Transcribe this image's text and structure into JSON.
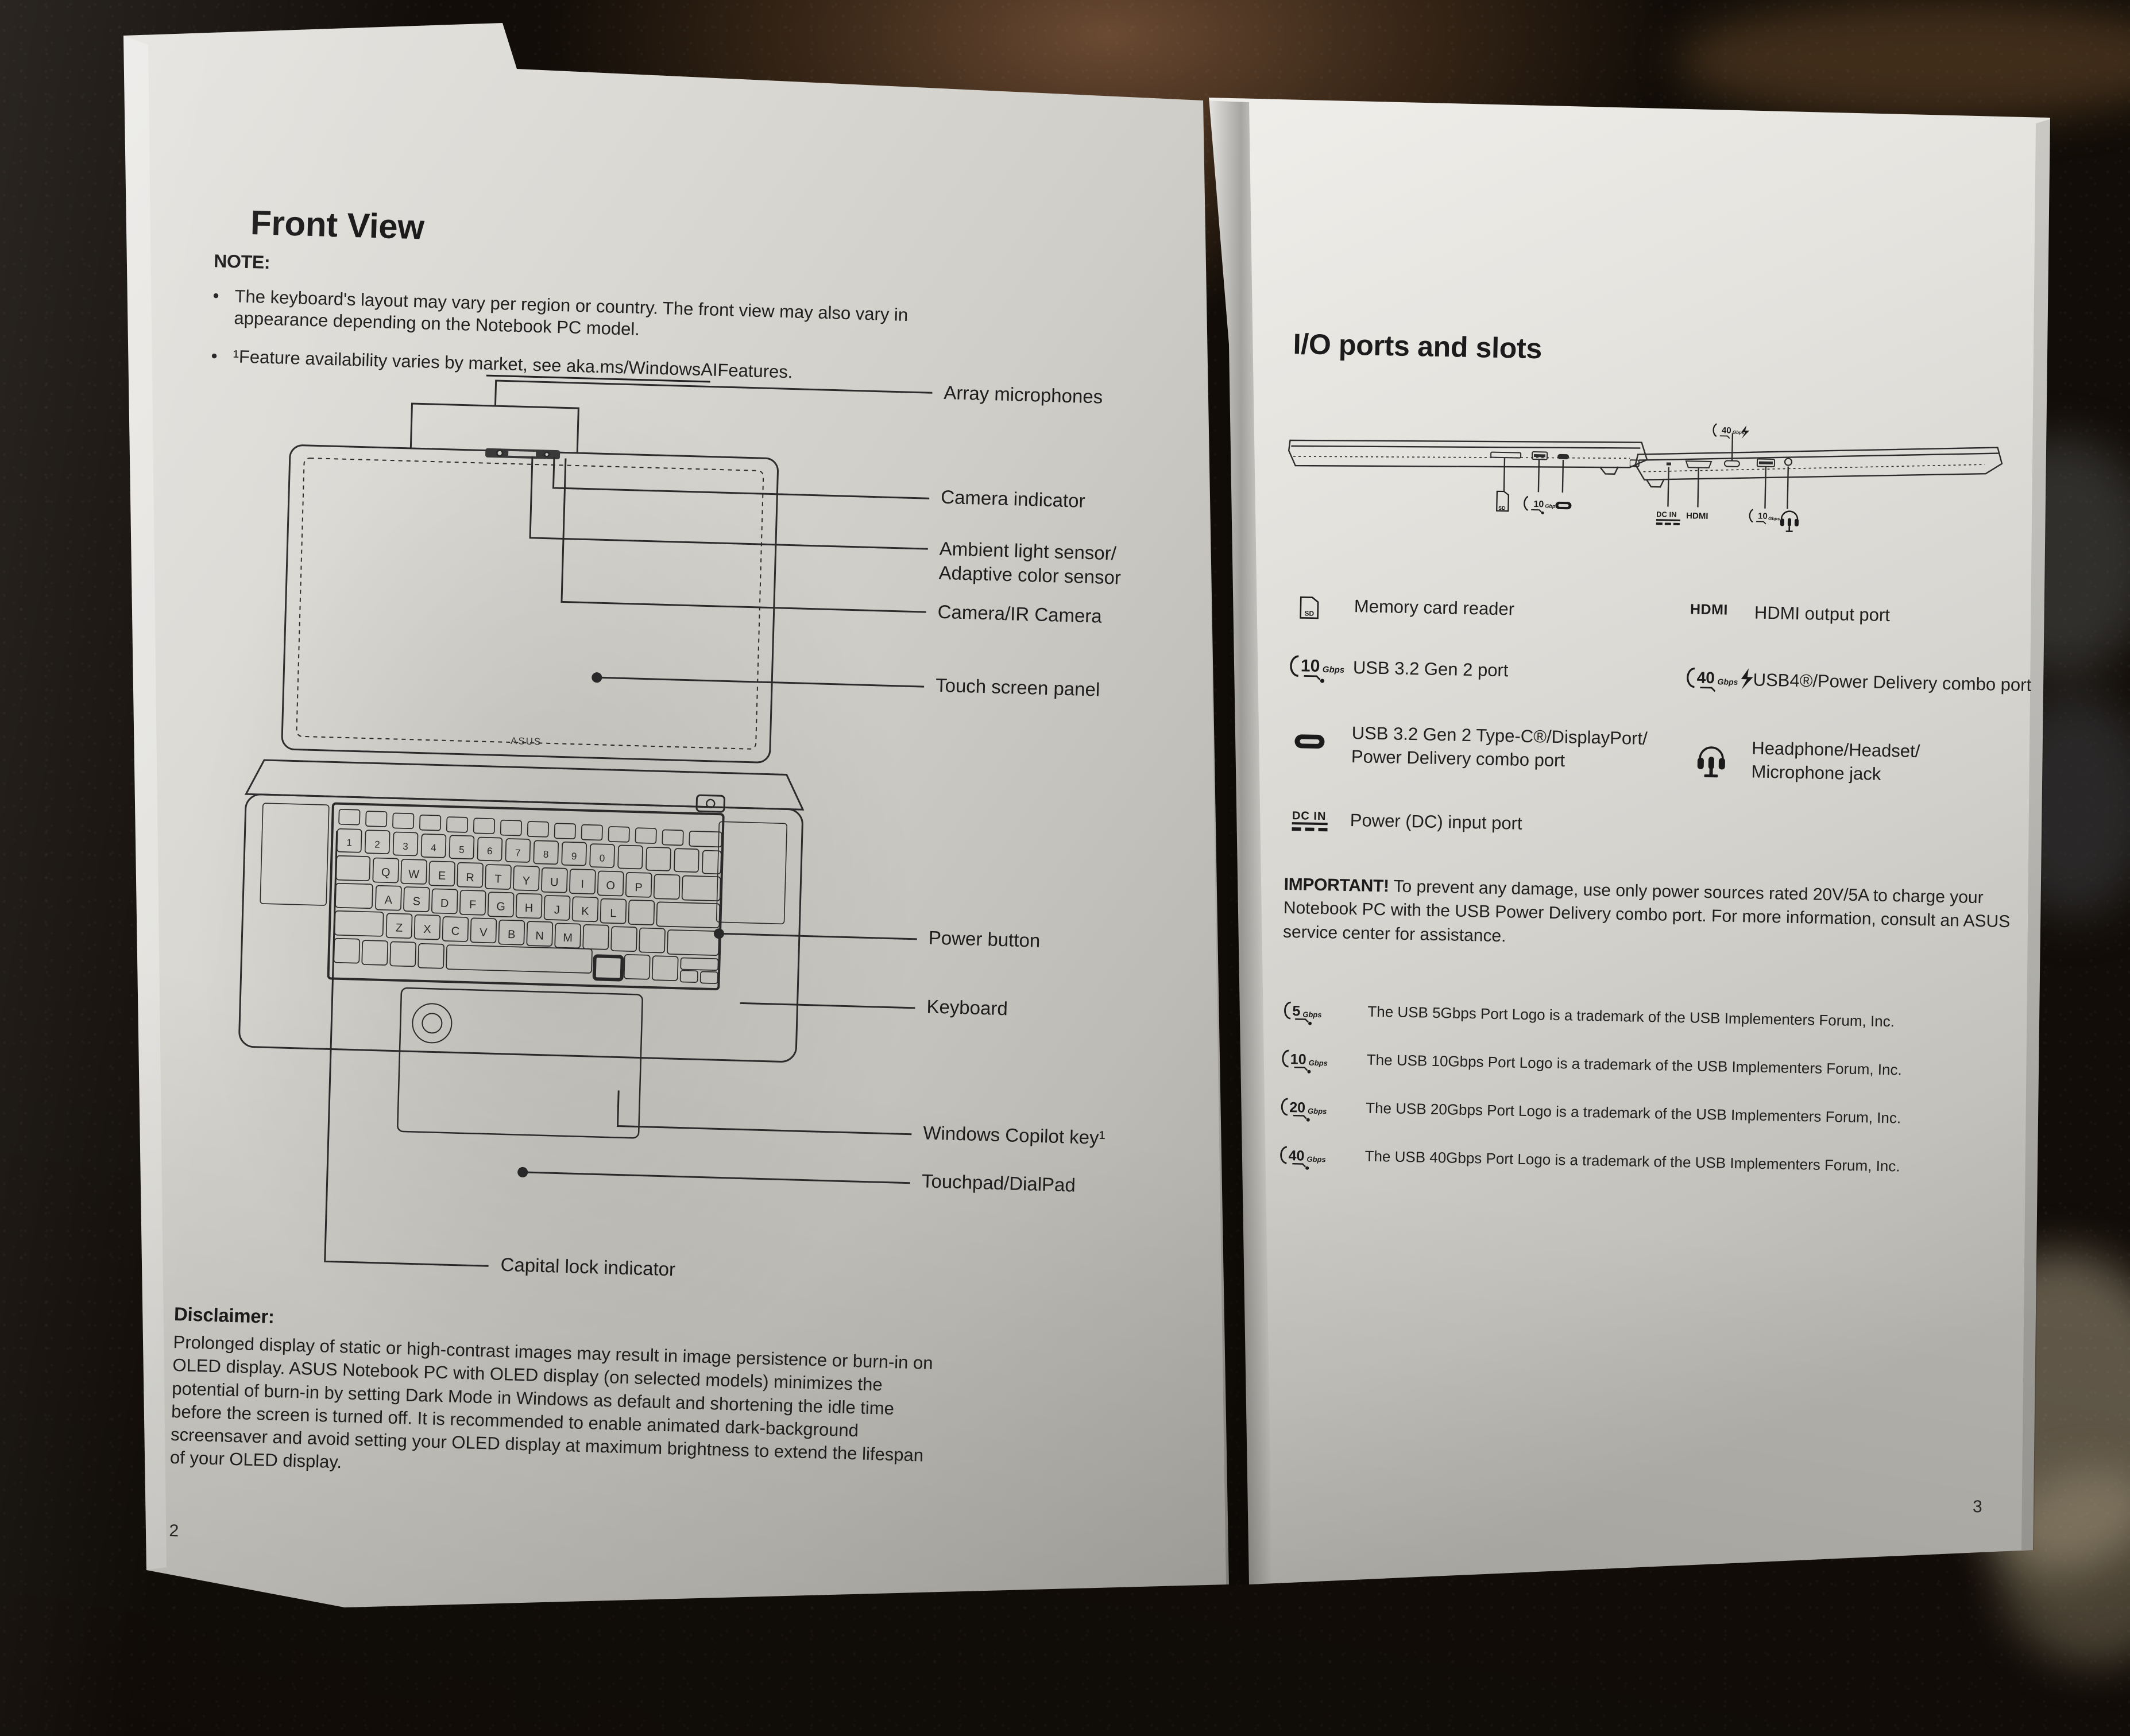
{
  "document": {
    "type": "printed-manual-spread",
    "left_page": {
      "page_number": "2",
      "title": "Front View",
      "note_heading": "NOTE:",
      "notes": [
        "The keyboard's layout may vary per region or country. The front view may also vary in appearance depending on the Notebook PC model.",
        "¹Feature availability varies by market, see aka.ms/WindowsAIFeatures."
      ],
      "note_link": "aka.ms/WindowsAIFeatures",
      "callouts": [
        "Array microphones",
        "Ambient light sensor/",
        "Adaptive color sensor",
        "Camera indicator",
        "Camera/IR Camera",
        "Touch screen panel",
        "Power button",
        "Keyboard",
        "Windows Copilot key¹",
        "Touchpad/DialPad",
        "Capital lock indicator"
      ],
      "disclaimer_heading": "Disclaimer:",
      "disclaimer_body": "Prolonged display of static or high-contrast images may result in image persistence or burn-in on OLED display. ASUS Notebook PC with OLED display (on selected models) minimizes the potential of burn-in by setting Dark Mode in Windows as default and shortening the idle time before the screen is turned off. It is recommended to enable animated dark-background screensaver and avoid setting your OLED display at maximum brightness to extend the lifespan of your OLED display.",
      "laptop_brand_mark": "ASUS"
    },
    "right_page": {
      "page_number": "3",
      "title": "I/O ports and slots",
      "left_diagram_icons": [
        "SD",
        "10Gbps",
        "usb-c"
      ],
      "right_diagram_icons": [
        "40Gbps",
        "DC IN",
        "HDMI",
        "10Gbps",
        "audio-jack"
      ],
      "ports_left_column": [
        {
          "icon": "sd-card-icon",
          "icon_text": "SD",
          "label": "Memory card reader"
        },
        {
          "icon": "usb-10gbps-icon",
          "icon_text": "10Gbps",
          "label": "USB 3.2 Gen 2 port"
        },
        {
          "icon": "usb-type-c-icon",
          "icon_text": "",
          "label": "USB 3.2 Gen 2 Type-C®/DisplayPort/\nPower Delivery combo port"
        },
        {
          "icon": "dc-in-icon",
          "icon_text": "DC IN",
          "label": "Power (DC) input port"
        }
      ],
      "ports_right_column": [
        {
          "icon": "hdmi-icon",
          "icon_text": "HDMI",
          "label": "HDMI output port"
        },
        {
          "icon": "usb4-40gbps-icon",
          "icon_text": "40Gbps",
          "label": "USB4®/Power Delivery combo port"
        },
        {
          "icon": "headset-jack-icon",
          "icon_text": "",
          "label": "Headphone/Headset/\nMicrophone jack"
        }
      ],
      "important_label": "IMPORTANT!",
      "important_body": " To prevent any damage, use only power sources rated 20V/5A to charge your Notebook PC with the USB Power Delivery combo port. For more information, consult an ASUS service center for assistance.",
      "trademarks": [
        {
          "speed": "5",
          "unit": "Gbps",
          "text": "The USB 5Gbps Port Logo is a trademark of the USB Implementers Forum, Inc."
        },
        {
          "speed": "10",
          "unit": "Gbps",
          "text": "The USB 10Gbps Port Logo is a trademark of the USB Implementers Forum, Inc."
        },
        {
          "speed": "20",
          "unit": "Gbps",
          "text": "The USB 20Gbps Port Logo is a trademark of the USB Implementers Forum, Inc."
        },
        {
          "speed": "40",
          "unit": "Gbps",
          "text": "The USB 40Gbps Port Logo is a trademark of the USB Implementers Forum, Inc."
        }
      ]
    }
  },
  "colors": {
    "paper": "#d5d3ce",
    "ink": "#1d1d1d",
    "background": "#101011",
    "leather_highlight": "#6a4a33"
  }
}
